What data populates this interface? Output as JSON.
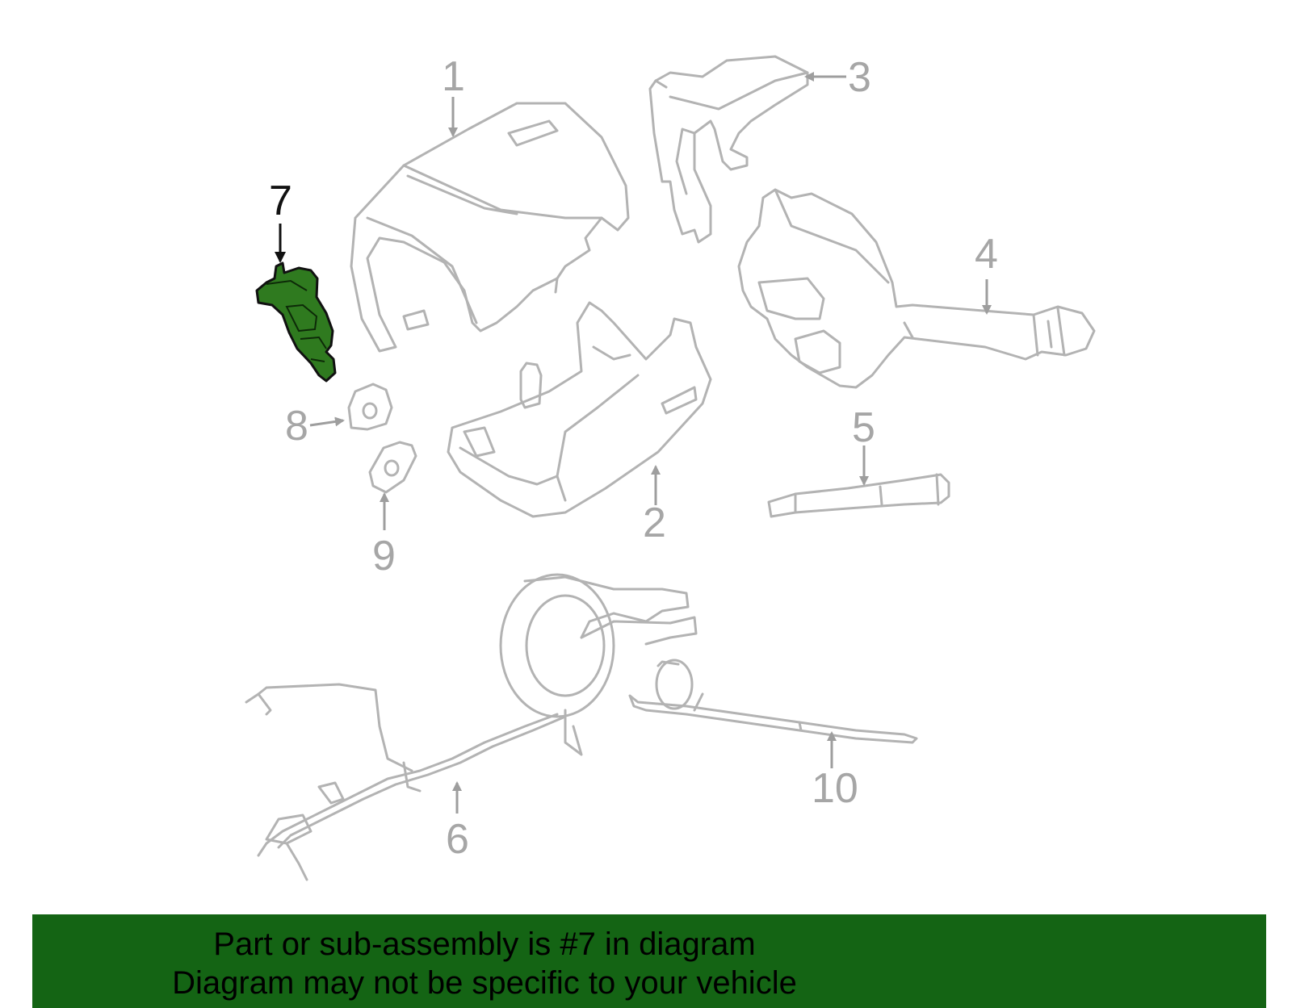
{
  "diagram": {
    "highlighted_part": "7",
    "highlight_color": "#2f7a1f",
    "callouts": [
      "1",
      "2",
      "3",
      "4",
      "5",
      "6",
      "7",
      "8",
      "9",
      "10"
    ]
  },
  "footer": {
    "background": "#146414",
    "line1": "Part or sub-assembly is #7 in diagram",
    "line2": "Diagram may not be specific to your vehicle"
  }
}
